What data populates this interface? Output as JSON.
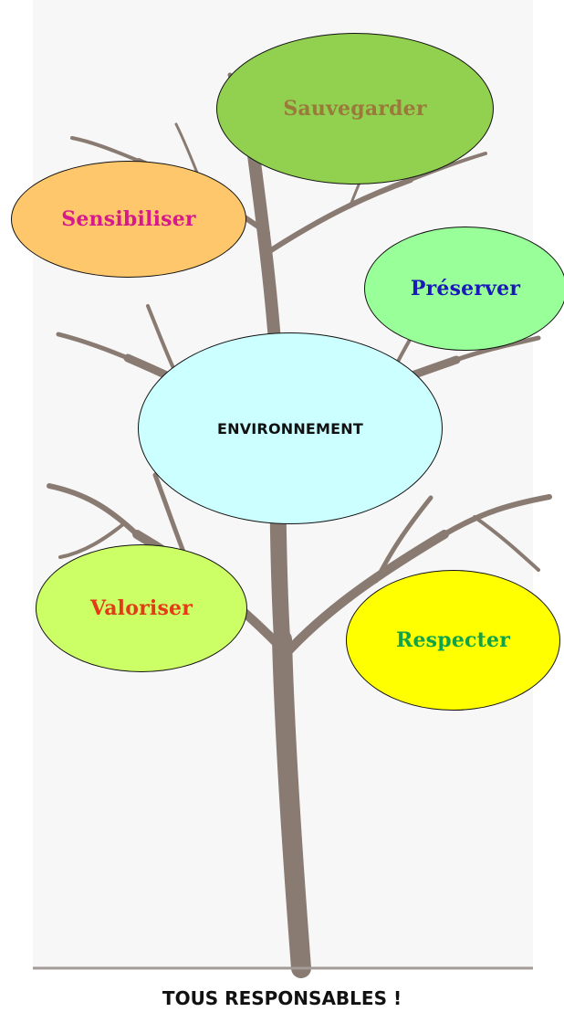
{
  "diagram": {
    "center": {
      "label": "ENVIRONNEMENT",
      "fill": "#ccffff",
      "text_color": "#111111"
    },
    "bubbles": [
      {
        "id": "sauvegarder",
        "label": "Sauvegarder",
        "fill": "#92d050",
        "text_color": "#9a7a3b"
      },
      {
        "id": "sensibiliser",
        "label": "Sensibiliser",
        "fill": "#ffc76b",
        "text_color": "#d61a8c"
      },
      {
        "id": "preserver",
        "label": "Préserver",
        "fill": "#99ff99",
        "text_color": "#1a1ab8"
      },
      {
        "id": "valoriser",
        "label": "Valoriser",
        "fill": "#ccff66",
        "text_color": "#e23b16"
      },
      {
        "id": "respecter",
        "label": "Respecter",
        "fill": "#ffff00",
        "text_color": "#12a344"
      }
    ],
    "tree": {
      "trunk_color": "#8a7b72",
      "ground_color": "#a39b97"
    }
  },
  "footer": {
    "text": "TOUS RESPONSABLES !"
  }
}
